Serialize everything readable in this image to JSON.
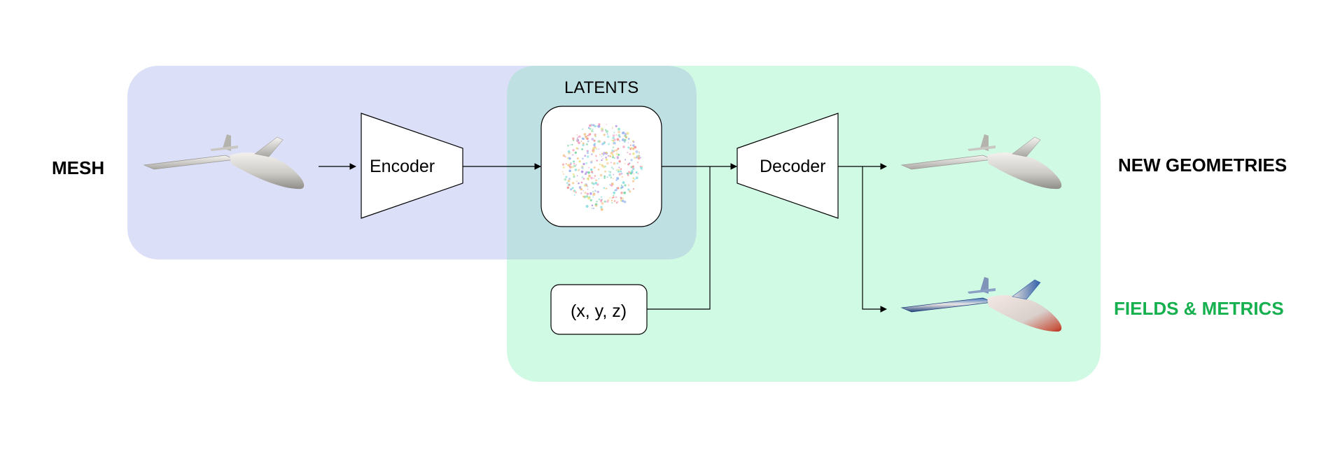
{
  "labels": {
    "mesh": "MESH",
    "latents": "LATENTS",
    "encoder": "Encoder",
    "decoder": "Decoder",
    "coords": "(x, y, z)",
    "new_geometries": "NEW GEOMETRIES",
    "fields_metrics": "FIELDS & METRICS"
  },
  "colors": {
    "encoder_region": "#dcdff8",
    "decoder_region": "#d1fae5",
    "overlap_region": "#bfe0e3",
    "fields_text": "#16b04f",
    "stroke": "#000000"
  },
  "icons": {
    "input_mesh": "airplane-gray-icon",
    "latent_cloud": "latent-scatter-icon",
    "new_geometry": "airplane-gray-icon",
    "fields_geometry": "airplane-field-colored-icon"
  }
}
